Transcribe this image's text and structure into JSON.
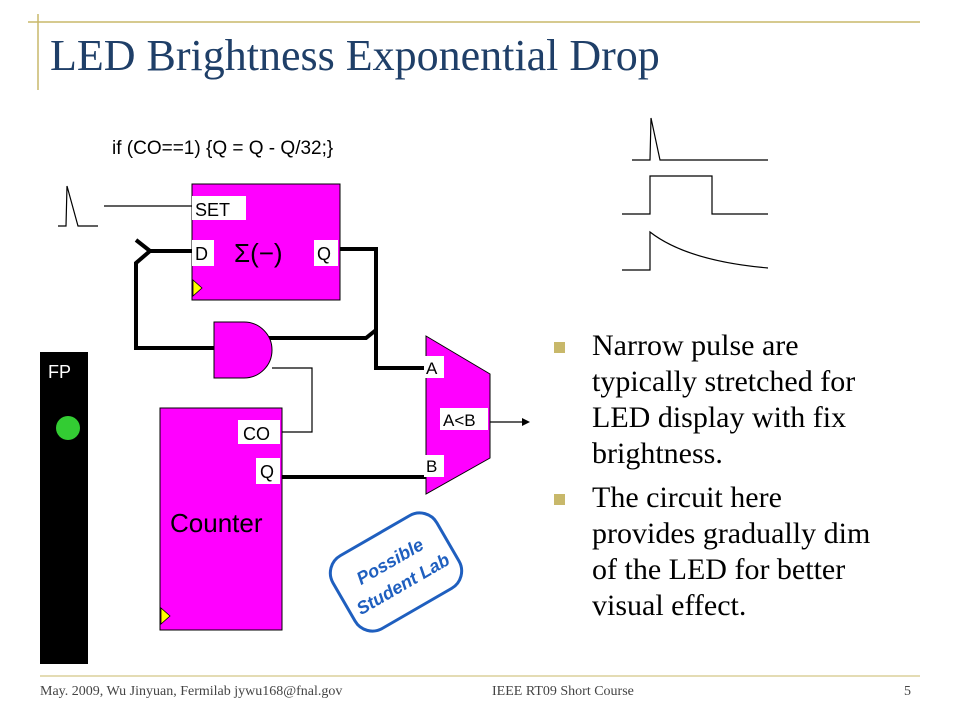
{
  "slide": {
    "title": "LED Brightness Exponential Drop",
    "code": "if (CO==1) {Q = Q - Q/32;}",
    "accent_color": "#c8b86a",
    "title_color": "#1f3f68",
    "block_color": "#ff00ff"
  },
  "diagram": {
    "reg_set": "SET",
    "reg_d": "D",
    "reg_q": "Q",
    "reg_symbol": "Σ(−)",
    "counter_label": "Counter",
    "counter_co": "CO",
    "counter_q": "Q",
    "comp_a": "A",
    "comp_alb": "A<B",
    "comp_b": "B",
    "fp_label": "FP",
    "led_color": "#33cc33",
    "stamp_line1": "Possible",
    "stamp_line2": "Student Lab"
  },
  "bullets": [
    "Narrow pulse are typically stretched for LED display with fix brightness.",
    "The circuit here provides gradually dim of the LED for better visual effect."
  ],
  "footer": {
    "left": "May. 2009, Wu Jinyuan, Fermilab jywu168@fnal.gov",
    "center": "IEEE RT09 Short Course",
    "page": "5"
  }
}
